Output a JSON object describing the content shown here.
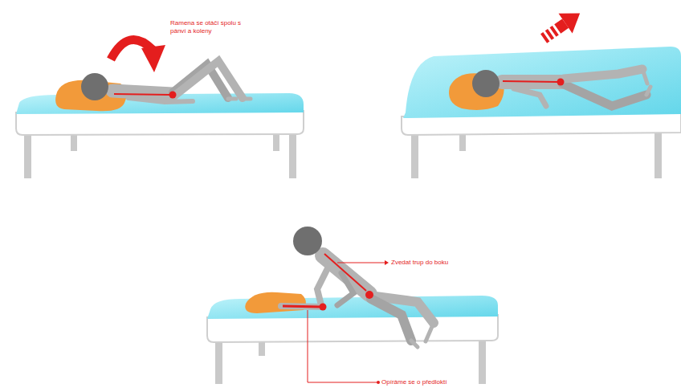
{
  "diagram": {
    "labels": [
      "Ramena se otáčí spolu s pánví a koleny",
      "Zvedat trup do boku",
      "Opíráme se o předloktí"
    ]
  }
}
